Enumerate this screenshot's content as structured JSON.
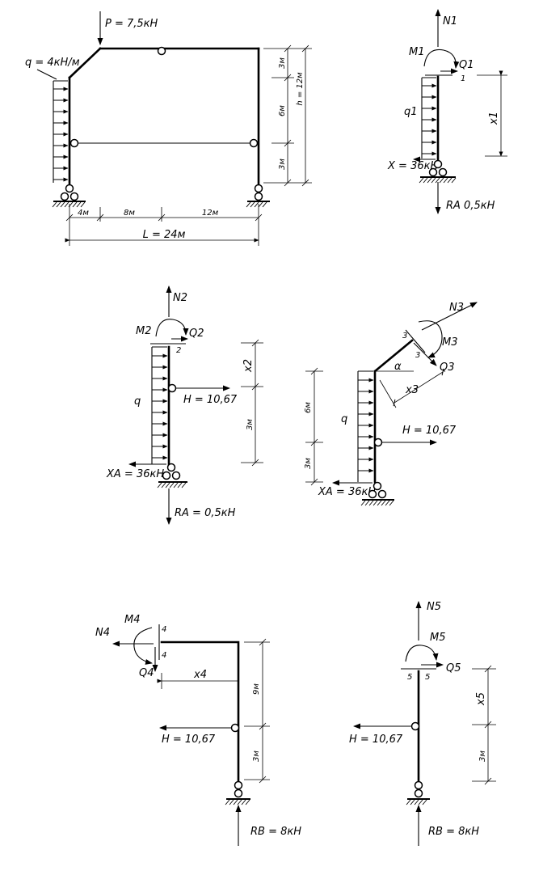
{
  "frame": {
    "load_p": "P = 7,5кН",
    "load_q": "q = 4кН/м",
    "dim_3m_top": "3м",
    "dim_6m": "6м",
    "dim_h": "h = 12м",
    "dim_3m_bot": "3м",
    "dim_4m": "4м",
    "dim_8m": "8м",
    "dim_12m": "12м",
    "dim_l": "L = 24м"
  },
  "section1": {
    "n": "N1",
    "m": "M1",
    "q": "Q1",
    "q_load": "q1",
    "x": "x1",
    "cut": "1",
    "xa": "X = 36кН",
    "ra": "RA  0,5кН"
  },
  "section2": {
    "n": "N2",
    "m": "M2",
    "q": "Q2",
    "cut": "2",
    "x": "x2",
    "q_load": "q",
    "h": "H = 10,67",
    "dim_3m": "3м",
    "xa": "XA = 36кН",
    "ra": "RA = 0,5кН"
  },
  "section3": {
    "n": "N3",
    "m": "M3",
    "q": "Q3",
    "cut_a": "3",
    "cut_b": "3",
    "alpha": "α",
    "x": "x3",
    "q_load": "q",
    "h": "H = 10,67",
    "dim_6m": "6м",
    "dim_3m": "3м",
    "xa": "XA = 36кН"
  },
  "section4": {
    "n": "N4",
    "m": "M4",
    "q": "Q4",
    "cut_a": "4",
    "cut_b": "4",
    "x": "x4",
    "dim_9m": "9м",
    "dim_3m": "3м",
    "h": "H = 10,67",
    "rb": "RB = 8кН"
  },
  "section5": {
    "n": "N5",
    "m": "M5",
    "q": "Q5",
    "cut_a": "5",
    "cut_b": "5",
    "x": "x5",
    "dim_3m": "3м",
    "h": "H = 10,67",
    "rb": "RB = 8кН"
  }
}
